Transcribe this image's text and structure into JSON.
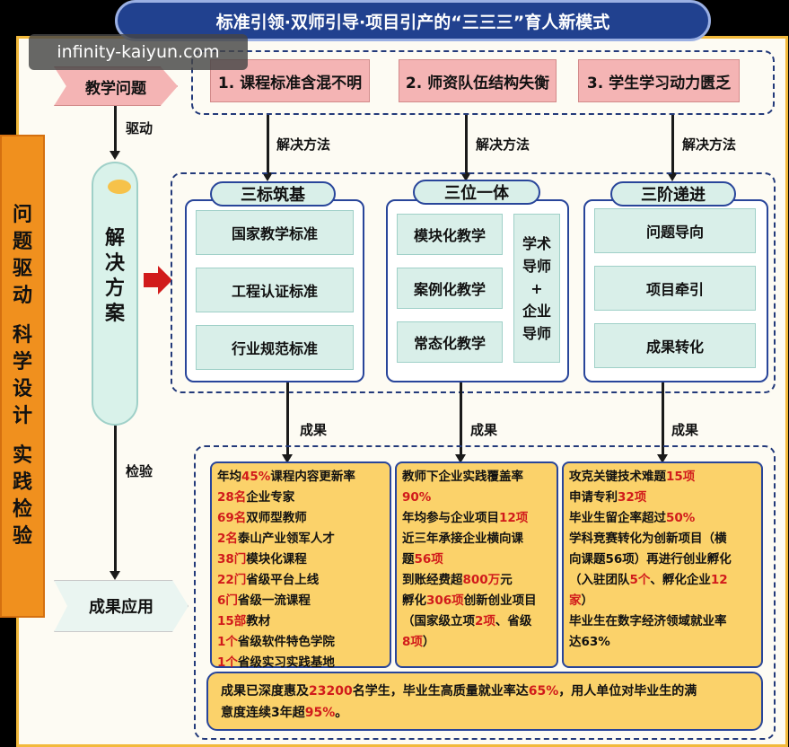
{
  "header": {
    "title": "标准引领·双师引导·项目引产的“三三三”育人新模式"
  },
  "watermark": {
    "text": "infinity-kaiyun.com"
  },
  "sidebar": {
    "lines": [
      "问",
      "题",
      "驱",
      "动",
      "",
      "科",
      "学",
      "设",
      "计",
      "",
      "实",
      "践",
      "检",
      "验"
    ]
  },
  "flow": {
    "problem_label": "教学问题",
    "drive_label": "驱动",
    "solution_chars": [
      "解",
      "决",
      "方",
      "案"
    ],
    "check_label": "检验",
    "apply_label": "成果应用"
  },
  "problems": [
    "1. 课程标准含混不明",
    "2. 师资队伍结构失衡",
    "3. 学生学习动力匮乏"
  ],
  "method_label": "解决方法",
  "result_label": "成果",
  "panels": [
    {
      "title": "三标筑基",
      "items": [
        "国家教学标准",
        "工程认证标准",
        "行业规范标准"
      ]
    },
    {
      "title": "三位一体",
      "items": [
        "模块化教学",
        "案例化教学",
        "常态化教学"
      ],
      "side": [
        "学术",
        "导师",
        "+",
        "企业",
        "导师"
      ]
    },
    {
      "title": "三阶递进",
      "items": [
        "问题导向",
        "项目牵引",
        "成果转化"
      ]
    }
  ],
  "results": [
    [
      [
        [
          "年均",
          0
        ],
        [
          "45%",
          1
        ],
        [
          "课程内容更新率",
          0
        ]
      ],
      [
        [
          "28名",
          1
        ],
        [
          "企业专家",
          0
        ]
      ],
      [
        [
          "69名",
          1
        ],
        [
          "双师型教师",
          0
        ]
      ],
      [
        [
          "2名",
          1
        ],
        [
          "泰山产业领军人才",
          0
        ]
      ],
      [
        [
          "38门",
          1
        ],
        [
          "模块化课程",
          0
        ]
      ],
      [
        [
          "22门",
          1
        ],
        [
          "省级平台上线",
          0
        ]
      ],
      [
        [
          "6门",
          1
        ],
        [
          "省级一流课程",
          0
        ]
      ],
      [
        [
          "15部",
          1
        ],
        [
          "教材",
          0
        ]
      ],
      [
        [
          "1个",
          1
        ],
        [
          "省级软件特色学院",
          0
        ]
      ],
      [
        [
          "1个",
          1
        ],
        [
          "省级实习实践基地",
          0
        ]
      ]
    ],
    [
      [
        [
          "教师下企业实践覆盖率",
          0
        ]
      ],
      [
        [
          "90%",
          1
        ]
      ],
      [
        [
          "年均参与企业项目",
          0
        ],
        [
          "12项",
          1
        ]
      ],
      [
        [
          "近三年承接企业横向课",
          0
        ]
      ],
      [
        [
          "题",
          0
        ],
        [
          "56项",
          1
        ]
      ],
      [
        [
          "到账经费超",
          0
        ],
        [
          "800万",
          1
        ],
        [
          "元",
          0
        ]
      ],
      [
        [
          "孵化",
          0
        ],
        [
          "306项",
          1
        ],
        [
          "创新创业项目",
          0
        ]
      ],
      [
        [
          "（国家级立项",
          0
        ],
        [
          "2项",
          1
        ],
        [
          "、省级",
          0
        ]
      ],
      [
        [
          "8项",
          1
        ],
        [
          "）",
          0
        ]
      ]
    ],
    [
      [
        [
          "攻克关键技术难题",
          0
        ],
        [
          "15项",
          1
        ]
      ],
      [
        [
          "申请专利",
          0
        ],
        [
          "32项",
          1
        ]
      ],
      [
        [
          "毕业生留企率超过",
          0
        ],
        [
          "50%",
          1
        ]
      ],
      [
        [
          "学科竞赛转化为创新项目（横",
          0
        ]
      ],
      [
        [
          "向课题56项）再进行创业孵化",
          0
        ]
      ],
      [
        [
          "（入驻团队",
          0
        ],
        [
          "5个",
          1
        ],
        [
          "、孵化企业",
          0
        ],
        [
          "12",
          1
        ]
      ],
      [
        [
          "家",
          1
        ],
        [
          "）",
          0
        ]
      ],
      [
        [
          "毕业生在数字经济领域就业率",
          0
        ]
      ],
      [
        [
          "达63%",
          0
        ]
      ]
    ]
  ],
  "summary": [
    [
      [
        "成果已深度惠及",
        0
      ],
      [
        "23200",
        1
      ],
      [
        "名学生，毕业生高质量就业率达",
        0
      ],
      [
        "65%",
        1
      ],
      [
        "，用人单位对毕业生的满",
        0
      ]
    ],
    [
      [
        "意度连续3年超",
        0
      ],
      [
        "95%",
        1
      ],
      [
        "。",
        0
      ]
    ]
  ],
  "colors": {
    "header_bg": "#21418f",
    "accent_red": "#d11b1b",
    "result_bg": "#fbd26a",
    "sidebar_bg": "#f0901e",
    "panel_item_bg": "#d9efe9"
  }
}
